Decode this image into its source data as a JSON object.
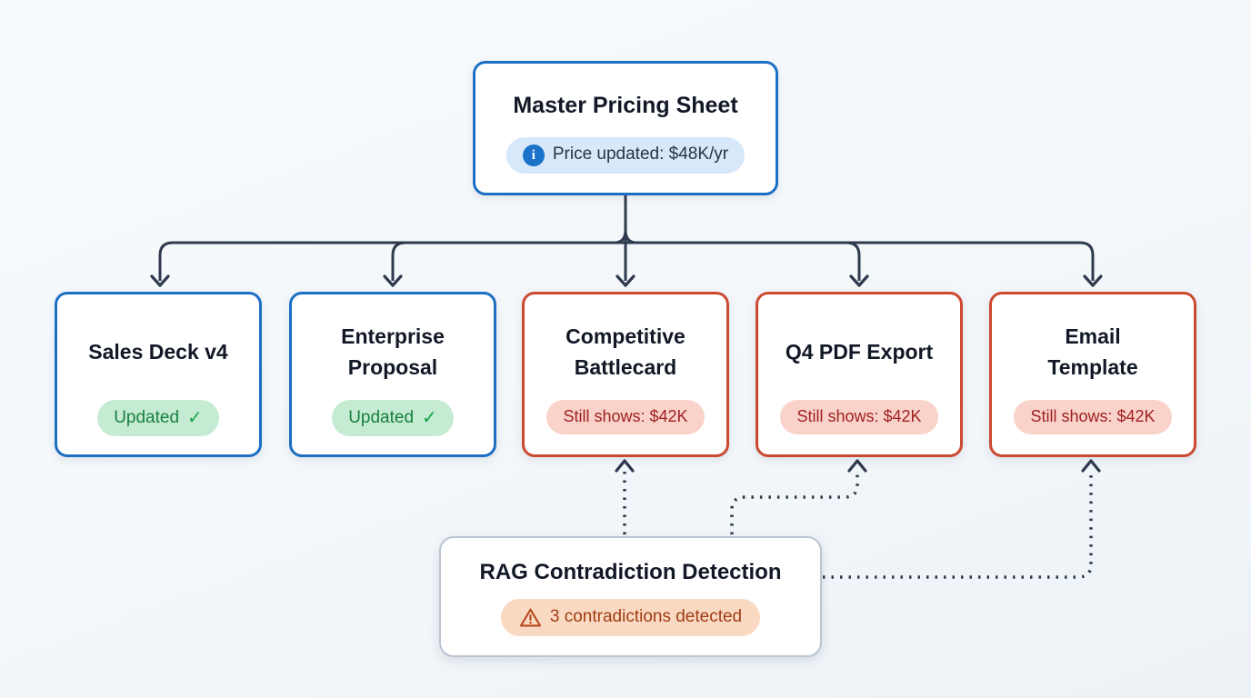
{
  "master": {
    "title": "Master Pricing Sheet",
    "badge": {
      "icon": "info-icon",
      "text": "Price updated: $48K/yr"
    }
  },
  "documents": [
    {
      "title": "Sales Deck v4",
      "status": "updated",
      "badge": {
        "icon": "check-icon",
        "text": "Updated"
      }
    },
    {
      "title": "Enterprise Proposal",
      "status": "updated",
      "badge": {
        "icon": "check-icon",
        "text": "Updated"
      }
    },
    {
      "title": "Competitive Battlecard",
      "status": "stale",
      "badge": {
        "text": "Still shows: $42K"
      }
    },
    {
      "title": "Q4 PDF Export",
      "status": "stale",
      "badge": {
        "text": "Still shows: $42K"
      }
    },
    {
      "title": "Email Template",
      "status": "stale",
      "badge": {
        "text": "Still shows: $42K"
      }
    }
  ],
  "detector": {
    "title": "RAG Contradiction Detection",
    "badge": {
      "icon": "warning-icon",
      "text": "3 contradictions detected"
    }
  },
  "check_glyph": "✓",
  "info_glyph": "i",
  "colors": {
    "background": "#F3F7FA",
    "node_border_updated": "#1D6FC4",
    "node_border_stale": "#CC4A30",
    "detector_border": "#BAC5D1",
    "connector": "#2E3A4D",
    "info_badge_bg": "#D7E8FB",
    "info_icon": "#1A73C9",
    "updated_badge_bg": "#C5EBD3",
    "updated_badge_text": "#17803F",
    "check_icon": "#18A34A",
    "stale_badge_bg": "#F9D3CA",
    "stale_badge_text": "#A02121",
    "warning_badge_bg": "#FAD9C2",
    "warning_badge_text": "#A03D14",
    "warning_icon": "#B5481C",
    "title_text": "#121826"
  }
}
